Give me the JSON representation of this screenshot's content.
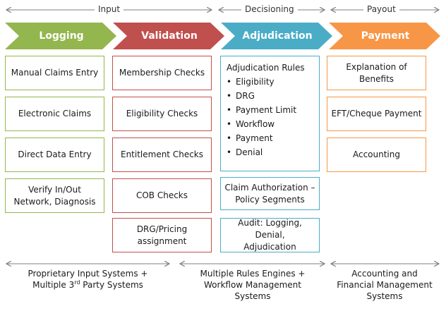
{
  "phases": {
    "input": "Input",
    "decisioning": "Decisioning",
    "payout": "Payout"
  },
  "stages": [
    {
      "label": "Logging",
      "color": "#94b64e"
    },
    {
      "label": "Validation",
      "color": "#c0504d"
    },
    {
      "label": "Adjudication",
      "color": "#4bacc6"
    },
    {
      "label": "Payment",
      "color": "#f79646"
    }
  ],
  "logging": {
    "items": [
      "Manual Claims Entry",
      "Electronic Claims",
      "Direct Data Entry",
      "Verify In/Out Network, Diagnosis"
    ]
  },
  "validation": {
    "items": [
      "Membership Checks",
      "Eligibility Checks",
      "Entitlement Checks",
      "COB Checks",
      "DRG/Pricing assignment"
    ]
  },
  "adjudication": {
    "rules_title": "Adjudication Rules",
    "rules": [
      "Eligibility",
      "DRG",
      "Payment Limit",
      "Workflow",
      "Payment",
      "Denial"
    ],
    "authorization": "Claim Authorization – Policy Segments",
    "audit": "Audit: Logging, Denial, Adjudication"
  },
  "payment": {
    "items": [
      "Explanation of Benefits",
      "EFT/Cheque Payment",
      "Accounting"
    ]
  },
  "bottom": {
    "input_line1": "Proprietary Input Systems +",
    "input_line2_pre": "Multiple 3",
    "input_line2_sup": "rd",
    "input_line2_post": " Party Systems",
    "decisioning": "Multiple Rules Engines + Workflow Management Systems",
    "payout": "Accounting and Financial Management Systems"
  },
  "colors": {
    "logging": "#94b64e",
    "validation": "#c0504d",
    "adjudication": "#4bacc6",
    "payment": "#f79646",
    "arrow": "#7f7f7f"
  }
}
